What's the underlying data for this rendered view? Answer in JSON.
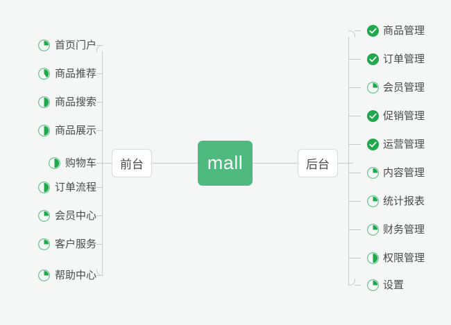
{
  "diagram": {
    "type": "mind-map",
    "title": "mall",
    "background_color": "#f5f6f6",
    "accent_color": "#4fba80",
    "done_color": "#21a84d",
    "line_color": "#c9cbcb",
    "text_color": "#4a4a4a",
    "root": {
      "label": "mall",
      "shape": "rounded-rect",
      "fill": "#4fba80",
      "text_color": "#ffffff"
    },
    "branches": [
      {
        "id": "frontend",
        "label": "前台",
        "side": "left",
        "items": [
          {
            "label": "首页门户",
            "status": "progress",
            "percent": 25,
            "icon": "pie-progress-icon"
          },
          {
            "label": "商品推荐",
            "status": "progress",
            "percent": 40,
            "icon": "pie-progress-icon"
          },
          {
            "label": "商品搜索",
            "status": "progress",
            "percent": 50,
            "icon": "pie-progress-icon"
          },
          {
            "label": "商品展示",
            "status": "progress",
            "percent": 50,
            "icon": "pie-progress-icon"
          },
          {
            "label": "购物车",
            "status": "progress",
            "percent": 50,
            "icon": "pie-progress-icon"
          },
          {
            "label": "订单流程",
            "status": "progress",
            "percent": 50,
            "icon": "pie-progress-icon"
          },
          {
            "label": "会员中心",
            "status": "progress",
            "percent": 25,
            "icon": "pie-progress-icon"
          },
          {
            "label": "客户服务",
            "status": "progress",
            "percent": 25,
            "icon": "pie-progress-icon"
          },
          {
            "label": "帮助中心",
            "status": "progress",
            "percent": 25,
            "icon": "pie-progress-icon"
          }
        ]
      },
      {
        "id": "backend",
        "label": "后台",
        "side": "right",
        "items": [
          {
            "label": "商品管理",
            "status": "done",
            "percent": 100,
            "icon": "check-circle-icon"
          },
          {
            "label": "订单管理",
            "status": "done",
            "percent": 100,
            "icon": "check-circle-icon"
          },
          {
            "label": "会员管理",
            "status": "progress",
            "percent": 25,
            "icon": "pie-progress-icon"
          },
          {
            "label": "促销管理",
            "status": "done",
            "percent": 100,
            "icon": "check-circle-icon"
          },
          {
            "label": "运营管理",
            "status": "done",
            "percent": 100,
            "icon": "check-circle-icon"
          },
          {
            "label": "内容管理",
            "status": "progress",
            "percent": 25,
            "icon": "pie-progress-icon"
          },
          {
            "label": "统计报表",
            "status": "progress",
            "percent": 25,
            "icon": "pie-progress-icon"
          },
          {
            "label": "财务管理",
            "status": "progress",
            "percent": 25,
            "icon": "pie-progress-icon"
          },
          {
            "label": "权限管理",
            "status": "progress",
            "percent": 50,
            "icon": "pie-progress-icon"
          },
          {
            "label": "设置",
            "status": "progress",
            "percent": 25,
            "icon": "pie-progress-icon"
          }
        ]
      }
    ]
  }
}
